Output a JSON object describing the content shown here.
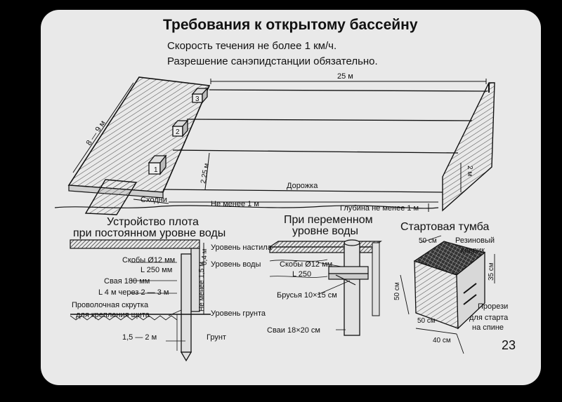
{
  "title": "Требования к открытому бассейну",
  "subtitle_1": "Скорость течения не более 1 км/ч.",
  "subtitle_2": "Разрешение санэпидстанции обязательно.",
  "page_number": "23",
  "pool": {
    "length": "25 м",
    "width": "8 — 9 м",
    "lane_width": "2,25 м",
    "height": "2 м",
    "lane_label": "Дорожка",
    "ladder_label": "Сходни",
    "min_label": "Не менее 1 м",
    "depth_label": "Глубина не менее 1 м",
    "block_numbers": [
      "1",
      "2",
      "3"
    ]
  },
  "raft": {
    "title_1": "Устройство плота",
    "title_2": "при постоянном уровне воды",
    "deck_level": "Уровень настила",
    "dim_04": "0,4 м",
    "water_level": "Уровень воды",
    "brackets": "Скобы Ø12 мм",
    "angle": "L 250 мм",
    "pile": "Свая  180 мм",
    "angle_spacing": "L 4 м через 2 — 3 м",
    "min_15": "Не менее 1,5 м",
    "wire_1": "Проволочная скрутка",
    "wire_2": "для крепления щита",
    "ground_level": "Уровень грунта",
    "depth": "1,5 — 2 м",
    "ground": "Грунт"
  },
  "variable": {
    "title_1": "При переменном",
    "title_2": "уровне воды",
    "brackets": "Скобы Ø12 мм",
    "angle": "L  250",
    "beams": "Брусья 10×15 см",
    "piles": "Сваи 18×20 см"
  },
  "block": {
    "title": "Стартовая тумба",
    "mat_1": "Резиновый",
    "mat_2": "коврик",
    "top_width": "50 см",
    "height_35": "35 см",
    "side_50": "50 см",
    "bottom_50": "50 см",
    "dim_40": "40 см",
    "slots_1": "Прорези",
    "slots_2": "для старта",
    "slots_3": "на спине"
  }
}
